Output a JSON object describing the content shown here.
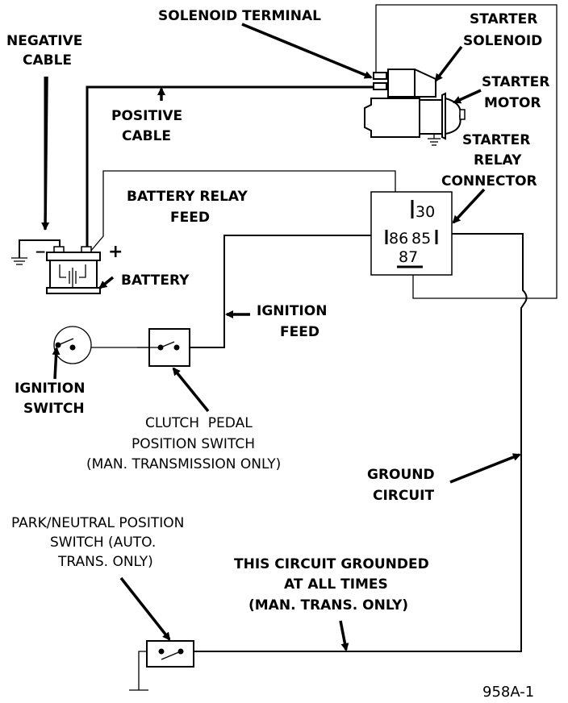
{
  "figure_id": "958A-1",
  "labels": {
    "solenoid_terminal": "SOLENOID TERMINAL",
    "negative_cable": [
      "NEGATIVE",
      "CABLE"
    ],
    "positive_cable": [
      "POSITIVE",
      "CABLE"
    ],
    "starter_solenoid": [
      "STARTER",
      "SOLENOID"
    ],
    "starter_motor": [
      "STARTER",
      "MOTOR"
    ],
    "starter_relay_connector": [
      "STARTER",
      "RELAY",
      "CONNECTOR"
    ],
    "battery_relay_feed": [
      "BATTERY RELAY",
      "FEED"
    ],
    "battery": "BATTERY",
    "battery_minus": "−",
    "battery_plus": "+",
    "ignition_feed": [
      "IGNITION",
      "FEED"
    ],
    "ignition_switch": [
      "IGNITION",
      "SWITCH"
    ],
    "clutch_pedal_switch": [
      "CLUTCH  PEDAL",
      "POSITION SWITCH",
      "(MAN. TRANSMISSION ONLY)"
    ],
    "ground_circuit": [
      "GROUND",
      "CIRCUIT"
    ],
    "park_neutral_switch": [
      "PARK/NEUTRAL POSITION",
      "SWITCH (AUTO.",
      "TRANS. ONLY)"
    ],
    "circuit_grounded_note": [
      "THIS CIRCUIT GROUNDED",
      "AT ALL TIMES",
      "(MAN. TRANS. ONLY)"
    ]
  },
  "relay_pins": {
    "pin30": "30",
    "pin86": "86",
    "pin85": "85",
    "pin87": "87"
  }
}
